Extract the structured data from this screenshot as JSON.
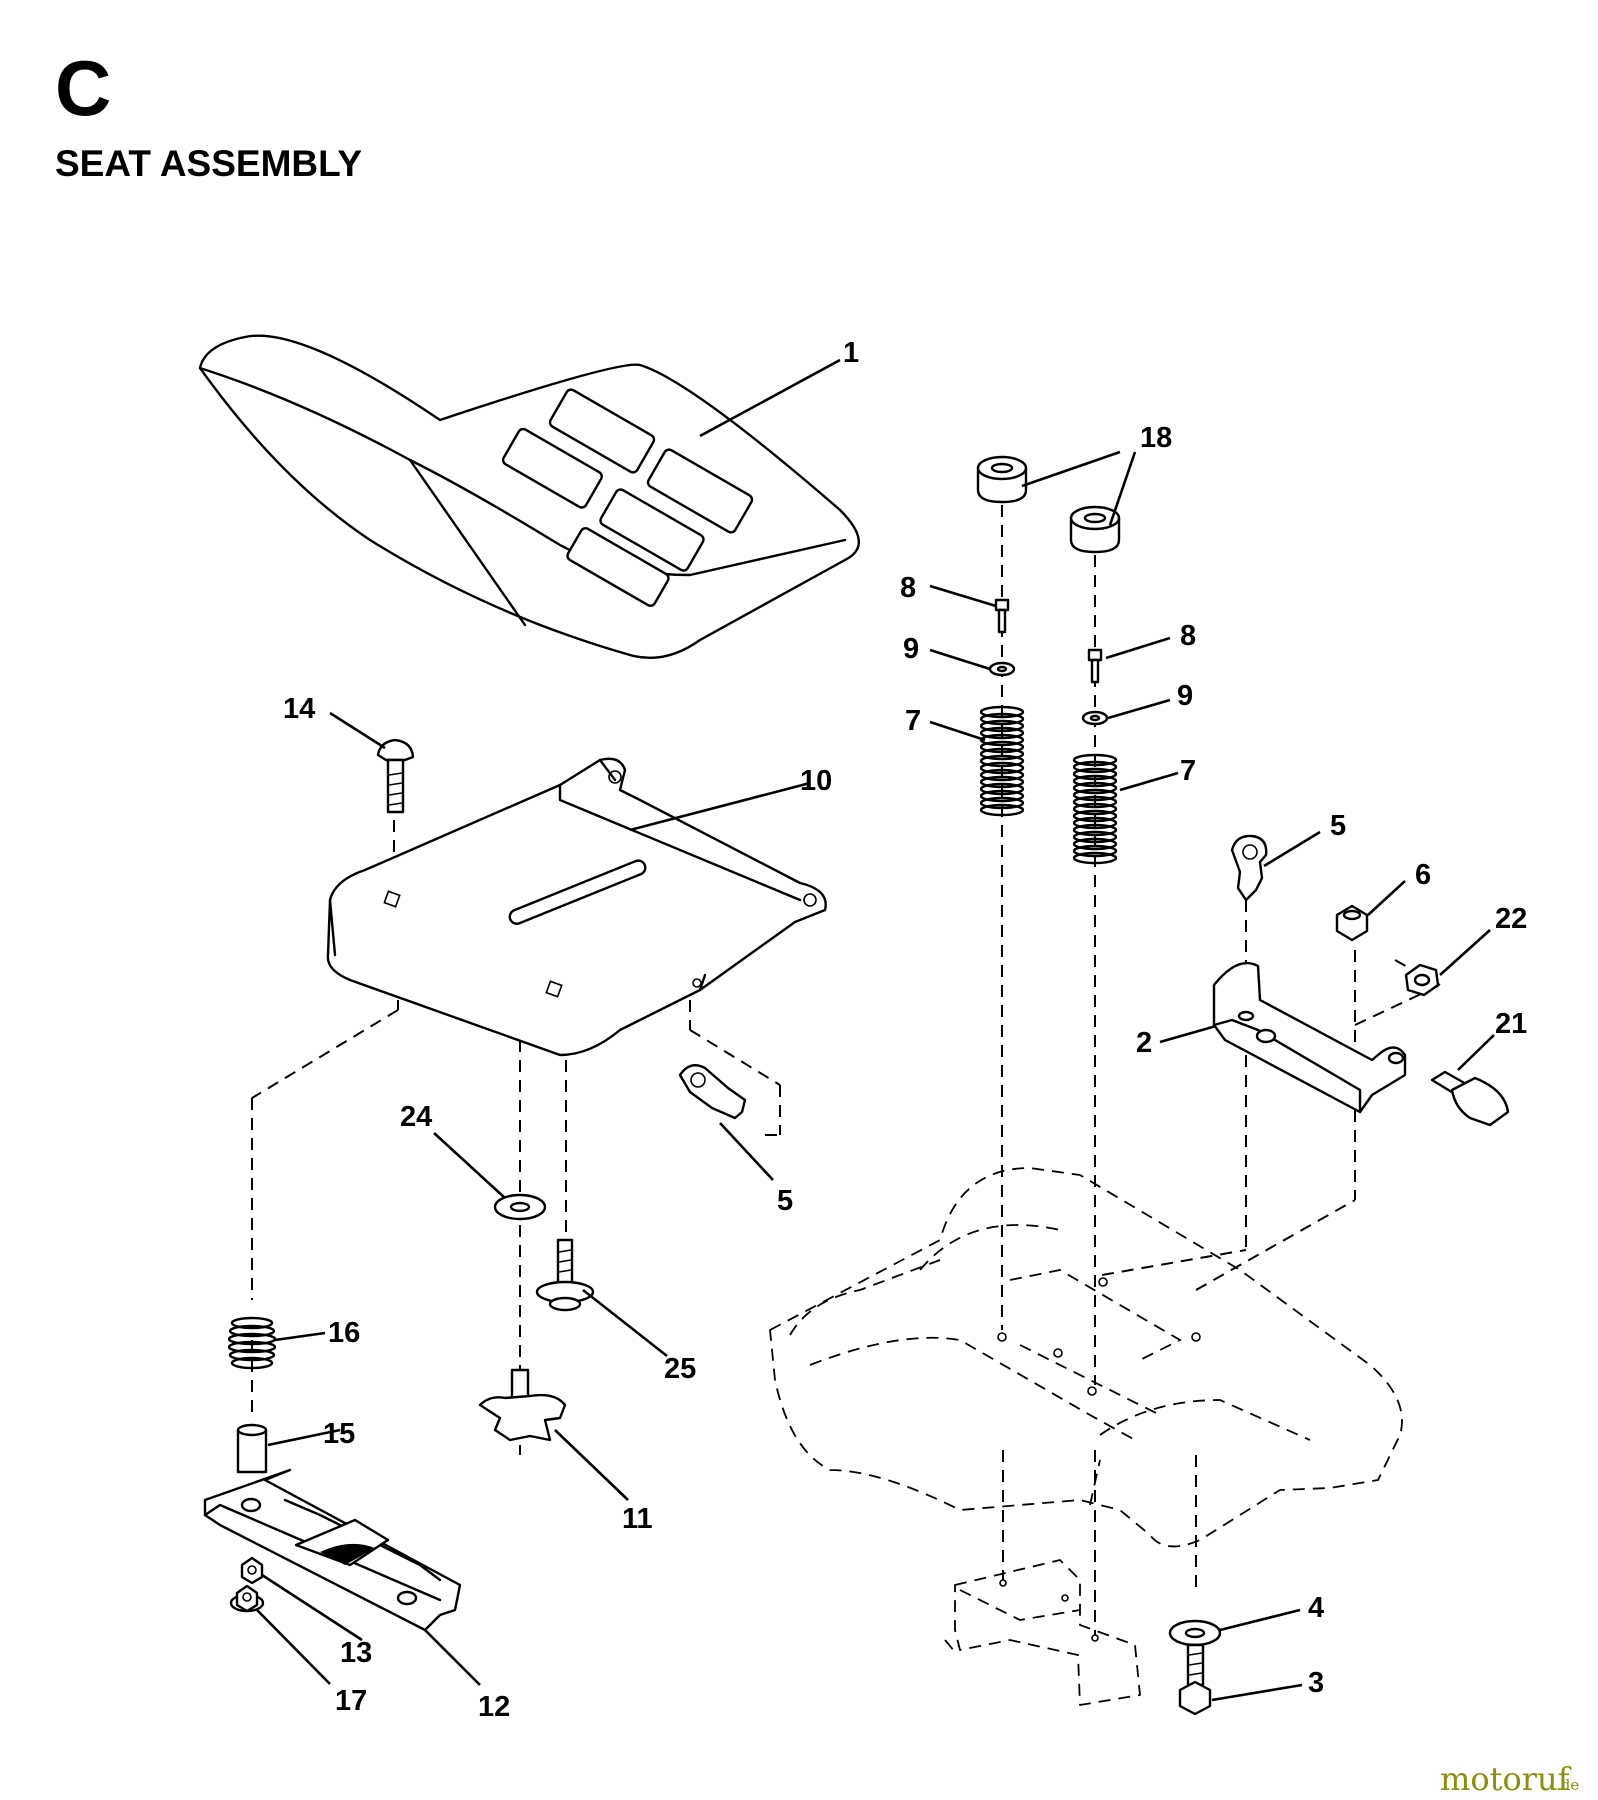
{
  "header": {
    "section_letter": "C",
    "title": "SEAT ASSEMBLY"
  },
  "callouts": {
    "c1": "1",
    "c2": "2",
    "c3": "3",
    "c4": "4",
    "c5a": "5",
    "c5b": "5",
    "c6": "6",
    "c7a": "7",
    "c7b": "7",
    "c8a": "8",
    "c8b": "8",
    "c9a": "9",
    "c9b": "9",
    "c10": "10",
    "c11": "11",
    "c12": "12",
    "c13": "13",
    "c14": "14",
    "c15": "15",
    "c16": "16",
    "c17": "17",
    "c18": "18",
    "c21": "21",
    "c22": "22",
    "c24": "24",
    "c25": "25"
  },
  "watermark": {
    "brand": "motoruf",
    "suffix": ".de"
  }
}
